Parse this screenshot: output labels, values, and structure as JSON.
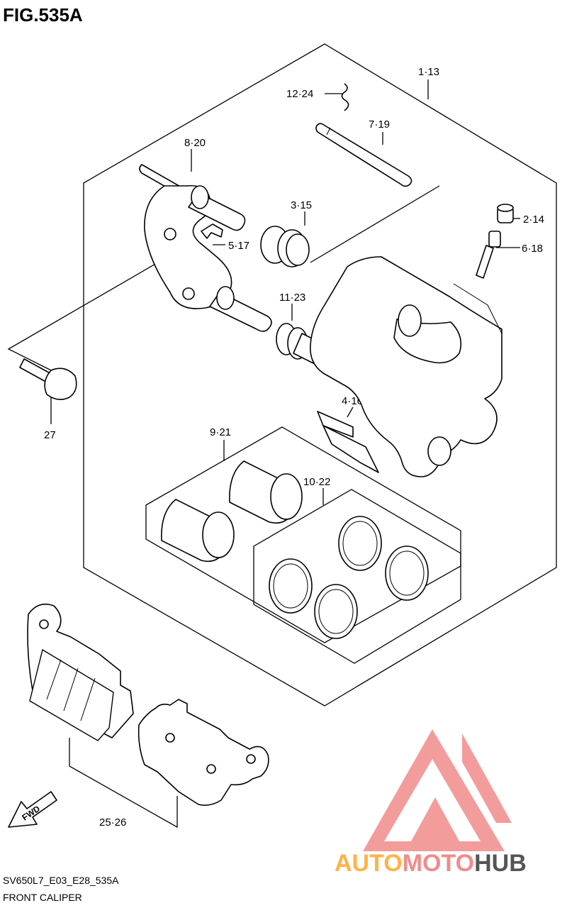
{
  "figure": {
    "title": "FIG.535A"
  },
  "callouts": {
    "c1": "1·13",
    "c2": "2·14",
    "c3": "3·15",
    "c4": "4·16",
    "c5": "5·17",
    "c6": "6·18",
    "c7": "7·19",
    "c8": "8·20",
    "c9": "9·21",
    "c10": "10·22",
    "c11": "11·23",
    "c12": "12·24",
    "c25": "25·26",
    "c27": "27"
  },
  "footer": {
    "code": "SV650L7_E03_E28_535A",
    "caption": "FRONT CALIPER"
  },
  "fwd_label": "FWD",
  "watermark": {
    "part1": "AUTO",
    "part2": "MOTO",
    "part3": "HUB",
    "colors": {
      "auto": "#ffb347",
      "moto": "#f28b8b",
      "hub": "#555555",
      "mark": "#f28b8b"
    }
  }
}
